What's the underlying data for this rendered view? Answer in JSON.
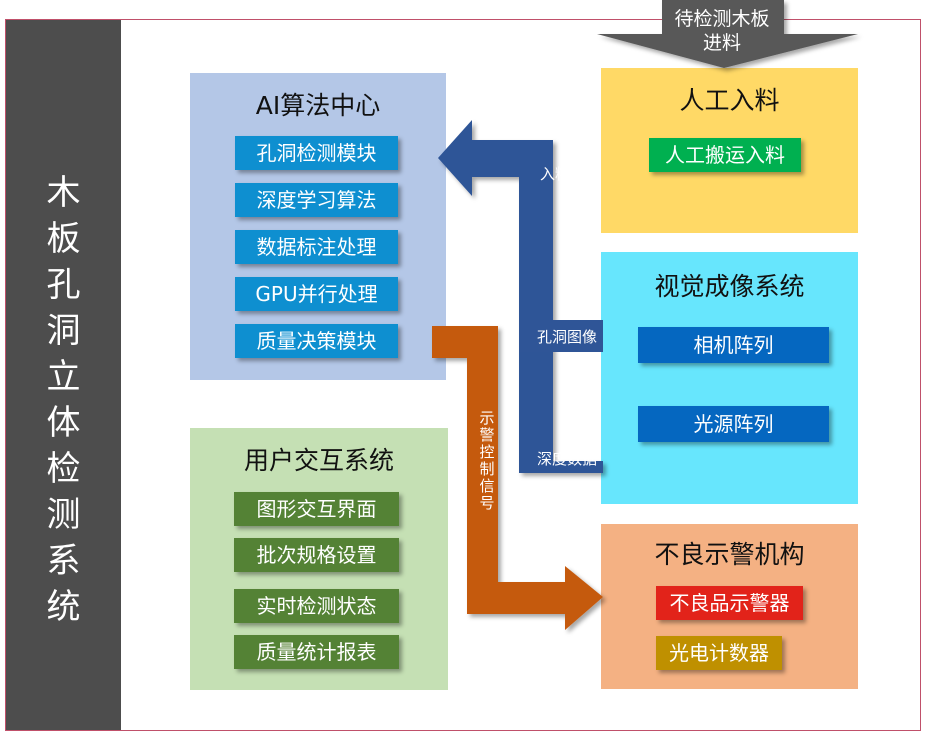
{
  "sidebar": {
    "chars": [
      "木",
      "板",
      "孔",
      "洞",
      "立",
      "体",
      "检",
      "测",
      "系",
      "统"
    ]
  },
  "intake": {
    "line1": "待检测木板",
    "line2": "进料"
  },
  "ai_center": {
    "title": "AI算法中心",
    "modules": [
      "孔洞检测模块",
      "深度学习算法",
      "数据标注处理",
      "GPU并行处理",
      "质量决策模块"
    ]
  },
  "manual_feed": {
    "title": "人工入料",
    "modules": [
      "人工搬运入料"
    ]
  },
  "vision": {
    "title": "视觉成像系统",
    "modules": [
      "相机阵列",
      "光源阵列"
    ]
  },
  "alarm": {
    "title": "不良示警机构",
    "modules": [
      "不良品示警器",
      "光电计数器"
    ]
  },
  "user_system": {
    "title": "用户交互系统",
    "modules": [
      "图形交互界面",
      "批次规格设置",
      "实时检测状态",
      "质量统计报表"
    ]
  },
  "flows": {
    "feed_path": "入料路径",
    "hole_image": "孔洞图像",
    "depth_data": "深度数据",
    "alarm_signal": [
      "示",
      "警",
      "控",
      "制",
      "信",
      "号"
    ]
  },
  "colors": {
    "sidebar": "#4d4d4d",
    "ai_panel": "#b4c7e7",
    "manual_panel": "#ffd966",
    "vision_panel": "#67e6fd",
    "alarm_panel": "#f4b183",
    "user_panel": "#c5e0b4",
    "data_arrow": "#2f5597",
    "signal_arrow": "#c55a11",
    "intake_arrow": "#595959"
  }
}
